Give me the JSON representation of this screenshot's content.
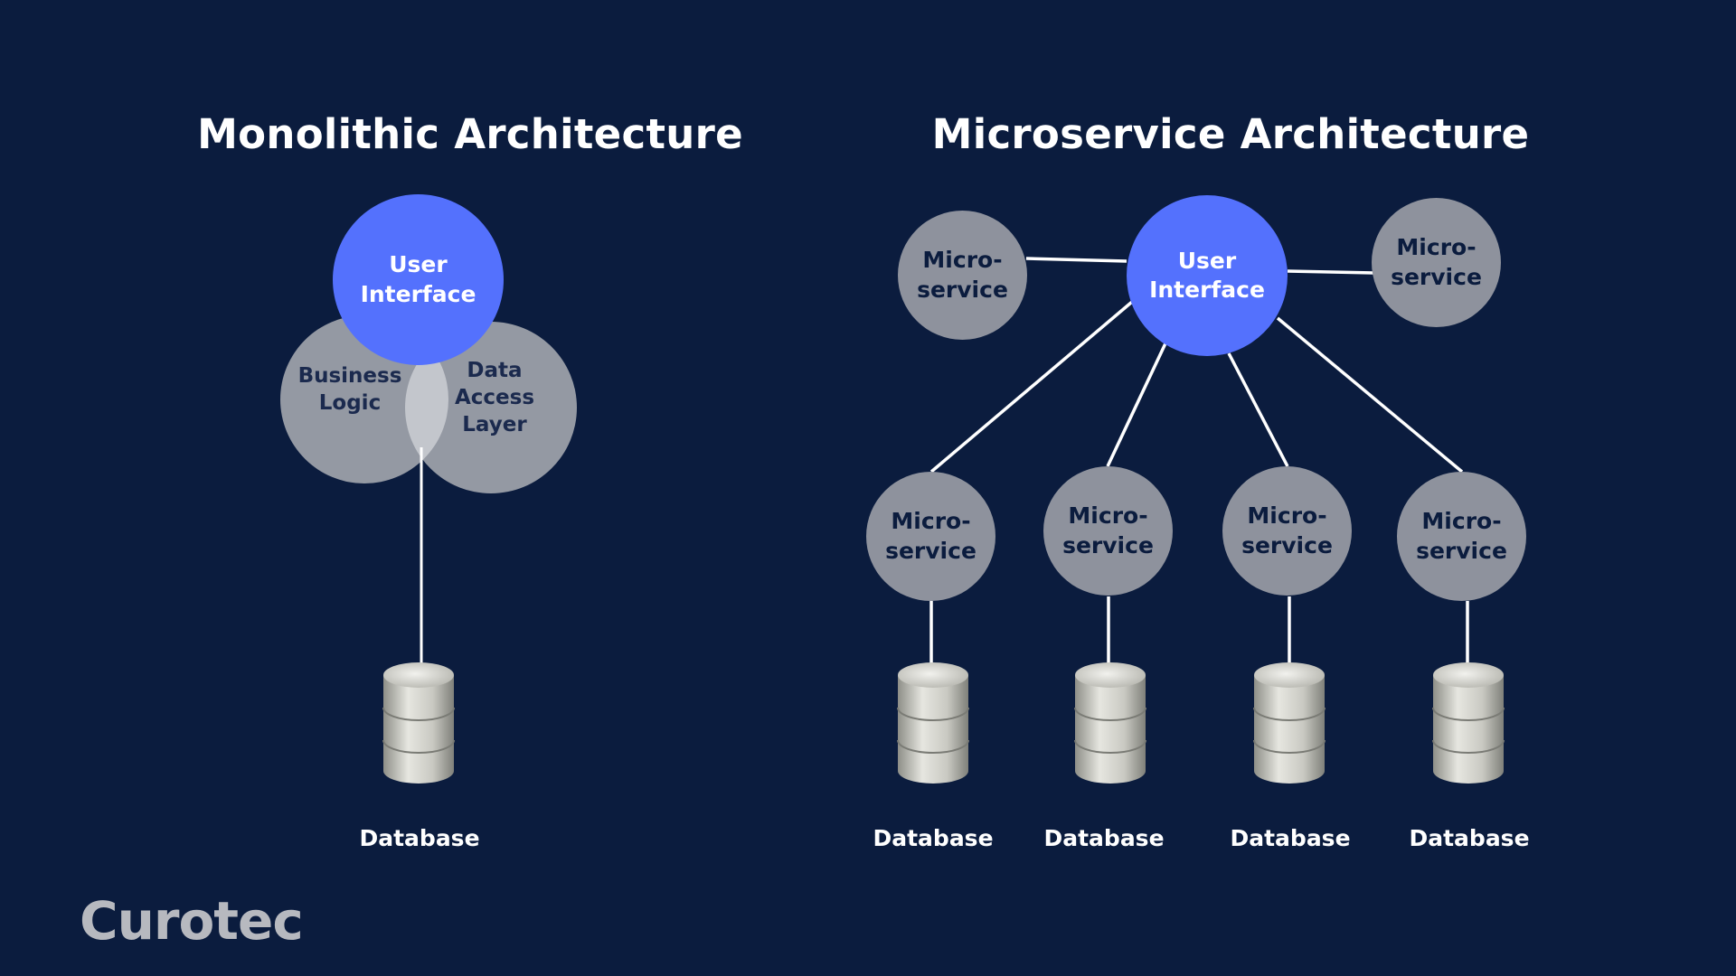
{
  "colors": {
    "background": "#0b1c3e",
    "user_interface": "#5471fd",
    "microservice": "#8e929d",
    "connector": "#ffffff",
    "logo": "#b7b9bf"
  },
  "monolithic": {
    "title": "Monolithic Architecture",
    "user_interface": "User\nInterface",
    "business_logic": "Business\nLogic",
    "data_access_layer": "Data\nAccess\nLayer",
    "database": "Database"
  },
  "microservice": {
    "title": "Microservice Architecture",
    "user_interface": "User\nInterface",
    "services": [
      "Micro-\nservice",
      "Micro-\nservice",
      "Micro-\nservice",
      "Micro-\nservice",
      "Micro-\nservice",
      "Micro-\nservice"
    ],
    "databases": [
      "Database",
      "Database",
      "Database",
      "Database"
    ]
  },
  "logo": {
    "text": "Curotec",
    "icon": "curotec-logo"
  }
}
